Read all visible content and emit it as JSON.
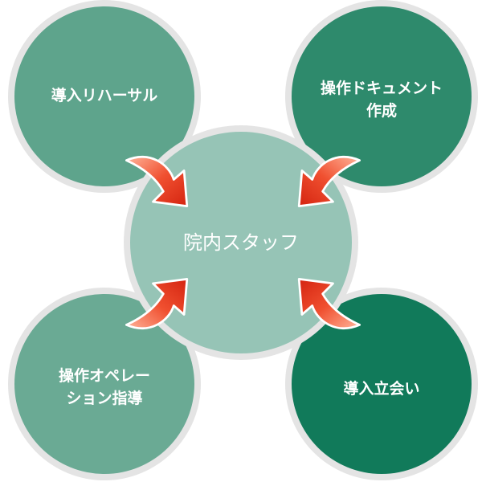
{
  "diagram": {
    "center": {
      "label": "院内スタッフ"
    },
    "nodes": [
      {
        "id": "top-left",
        "label": "導入リハーサル"
      },
      {
        "id": "top-right",
        "label": "操作ドキュメント\n作成"
      },
      {
        "id": "bottom-left",
        "label": "操作オペレー\nション指導"
      },
      {
        "id": "bottom-right",
        "label": "導入立会い"
      }
    ],
    "colors": {
      "top_left": "#5ea48c",
      "top_right": "#2e8a6c",
      "bottom_left": "#6aaa94",
      "bottom_right": "#117a5a",
      "center": "#96c4b6",
      "ring": "#e4e4e4",
      "arrow": "#e8321e",
      "arrow_light": "#ffb49a"
    }
  }
}
